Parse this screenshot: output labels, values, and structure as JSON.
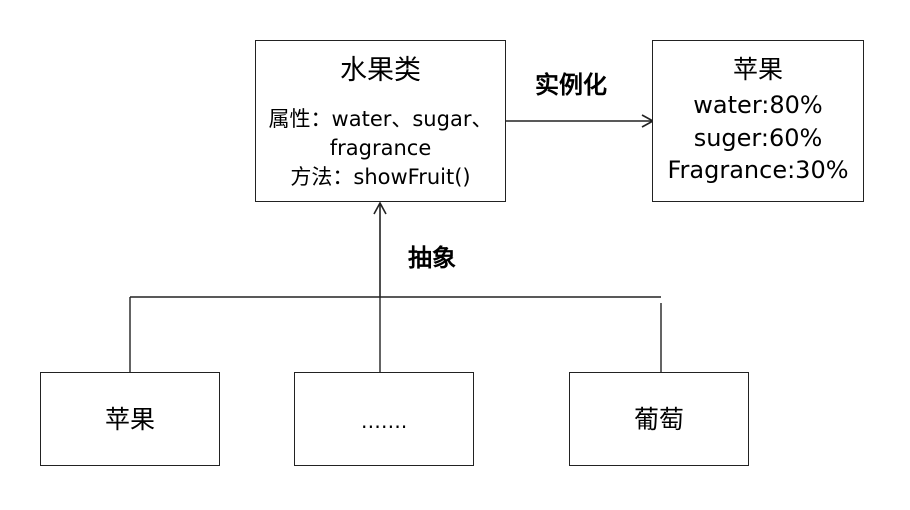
{
  "class_box": {
    "title": "水果类",
    "attributes_line1": "属性：water、sugar、",
    "attributes_line2": "fragrance",
    "methods": "方法：showFruit()"
  },
  "instance_box": {
    "title": "苹果",
    "line1": "water:80%",
    "line2": "suger:60%",
    "line3": "Fragrance:30%"
  },
  "instantiation_label": "实例化",
  "abstraction_label": "抽象",
  "subclasses": [
    {
      "label": "苹果"
    },
    {
      "label": "……."
    },
    {
      "label": "葡萄"
    }
  ]
}
